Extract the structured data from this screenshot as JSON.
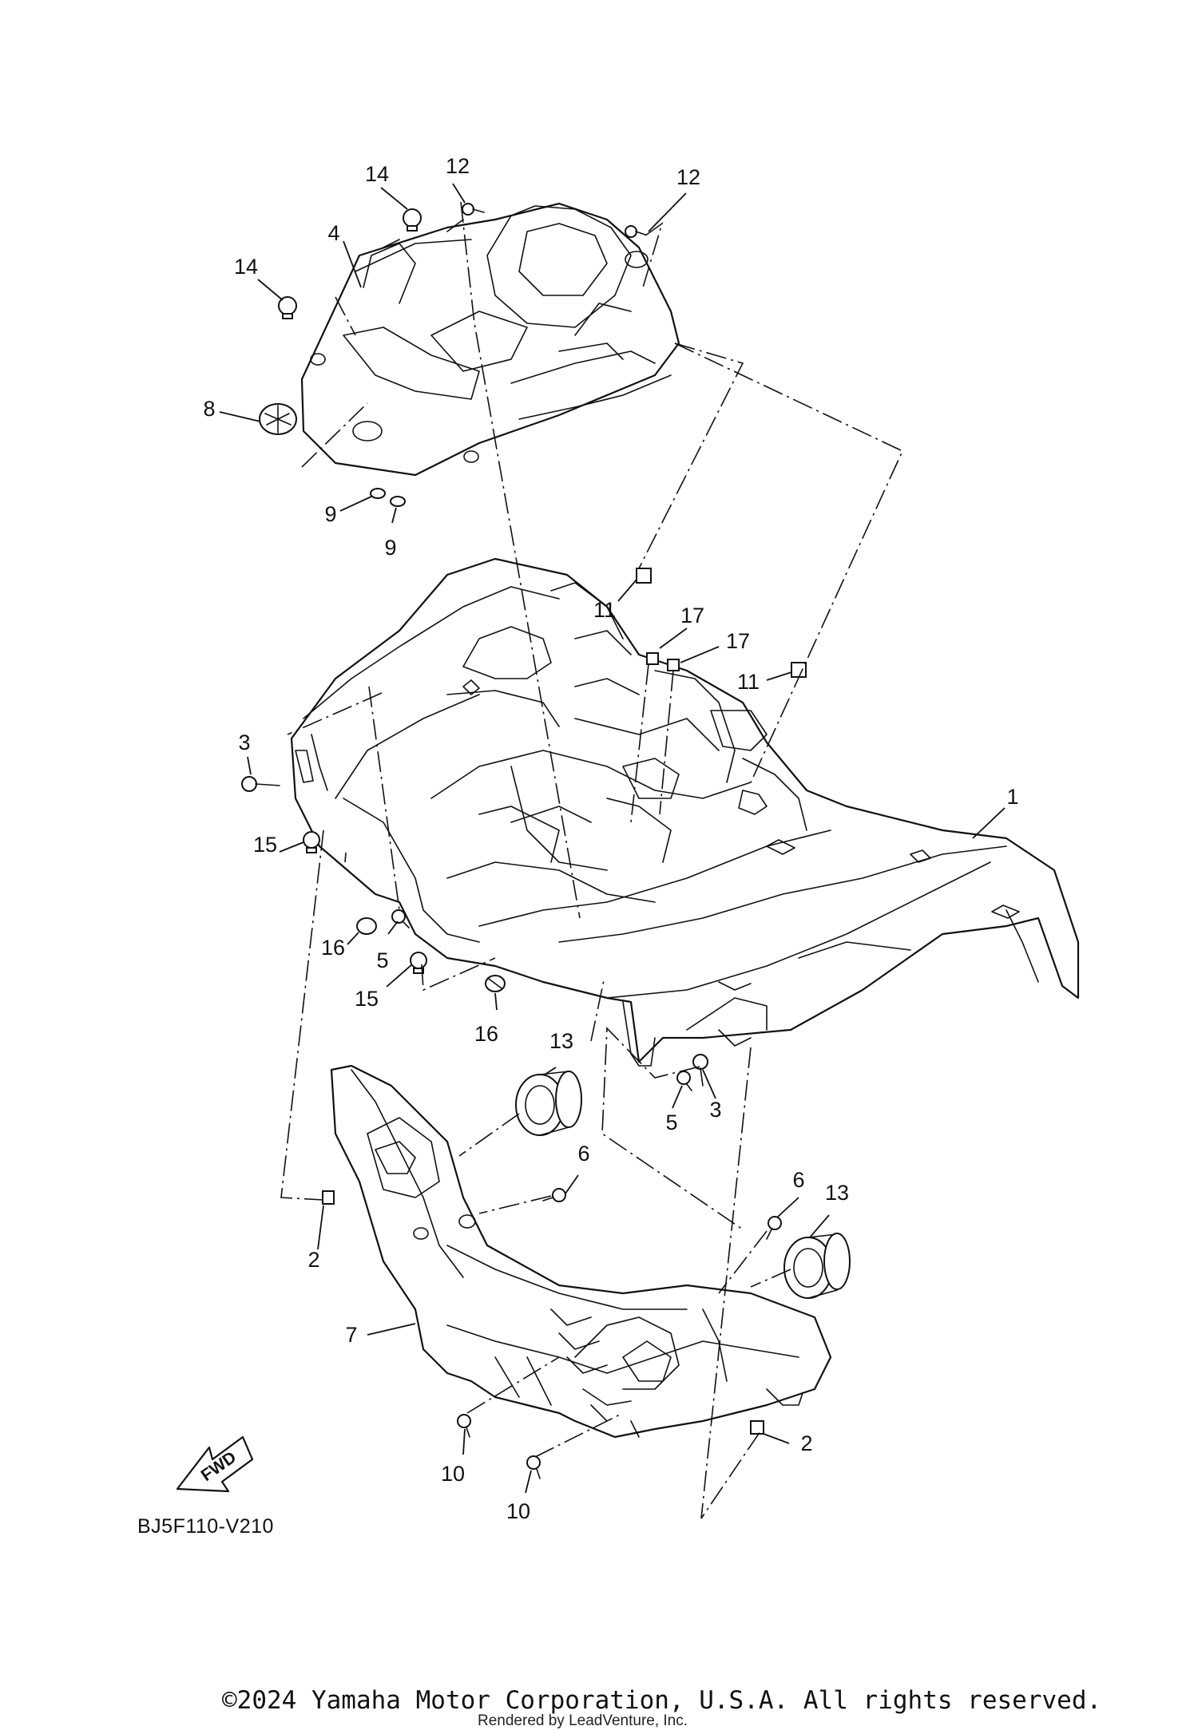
{
  "diagram": {
    "code": "BJ5F110-V210",
    "copyright": "©2024 Yamaha Motor Corporation, U.S.A. All rights reserved.",
    "watermark": "Rendered by LeadVenture, Inc.",
    "direction_marker": "FWD"
  },
  "callouts": [
    {
      "id": "c1",
      "label": "1"
    },
    {
      "id": "c2a",
      "label": "2"
    },
    {
      "id": "c2b",
      "label": "2"
    },
    {
      "id": "c3a",
      "label": "3"
    },
    {
      "id": "c3b",
      "label": "3"
    },
    {
      "id": "c4",
      "label": "4"
    },
    {
      "id": "c5a",
      "label": "5"
    },
    {
      "id": "c5b",
      "label": "5"
    },
    {
      "id": "c6a",
      "label": "6"
    },
    {
      "id": "c6b",
      "label": "6"
    },
    {
      "id": "c7",
      "label": "7"
    },
    {
      "id": "c8",
      "label": "8"
    },
    {
      "id": "c9a",
      "label": "9"
    },
    {
      "id": "c9b",
      "label": "9"
    },
    {
      "id": "c10a",
      "label": "10"
    },
    {
      "id": "c10b",
      "label": "10"
    },
    {
      "id": "c11a",
      "label": "11"
    },
    {
      "id": "c11b",
      "label": "11"
    },
    {
      "id": "c12a",
      "label": "12"
    },
    {
      "id": "c12b",
      "label": "12"
    },
    {
      "id": "c13a",
      "label": "13"
    },
    {
      "id": "c13b",
      "label": "13"
    },
    {
      "id": "c14a",
      "label": "14"
    },
    {
      "id": "c14b",
      "label": "14"
    },
    {
      "id": "c15a",
      "label": "15"
    },
    {
      "id": "c15b",
      "label": "15"
    },
    {
      "id": "c16a",
      "label": "16"
    },
    {
      "id": "c16b",
      "label": "16"
    },
    {
      "id": "c17a",
      "label": "17"
    },
    {
      "id": "c17b",
      "label": "17"
    }
  ]
}
